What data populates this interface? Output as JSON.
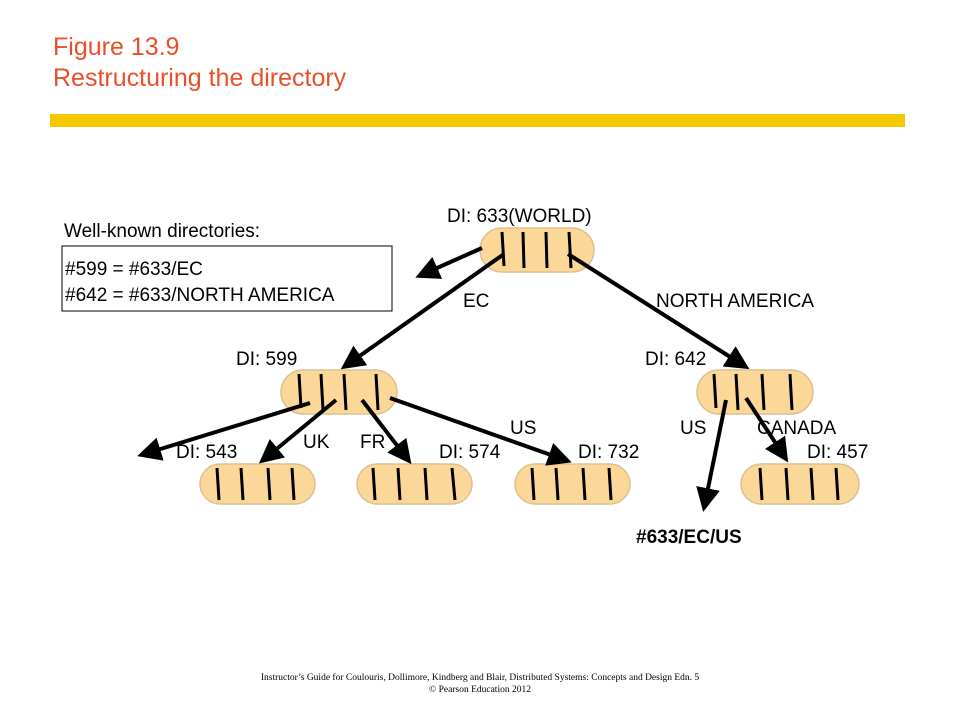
{
  "title": {
    "line1": "Figure 13.9",
    "line2": "Restructuring the directory"
  },
  "colors": {
    "title": "#e8502a",
    "rule": "#f6c800",
    "node_fill": "#fbd898",
    "node_stroke": "#dcc090"
  },
  "well_known": {
    "heading": "Well-known directories:",
    "line1": "#599 = #633/EC",
    "line2": "#642 = #633/NORTH AMERICA"
  },
  "nodes": {
    "world": "DI: 633(WORLD)",
    "n599": "DI: 599",
    "n642": "DI: 642",
    "n543": "DI: 543",
    "n574": "DI: 574",
    "n732": "DI: 732",
    "n457": "DI: 457"
  },
  "edges": {
    "ec": "EC",
    "north_america": "NORTH AMERICA",
    "uk": "UK",
    "fr": "FR",
    "us_599": "US",
    "us_642": "US",
    "canada": "CANADA"
  },
  "result": "#633/EC/US",
  "footer": {
    "line1": "Instructor’s Guide for  Coulouris, Dollimore, Kindberg and Blair,  Distributed Systems: Concepts and Design   Edn. 5",
    "line2": "©  Pearson Education 2012"
  }
}
